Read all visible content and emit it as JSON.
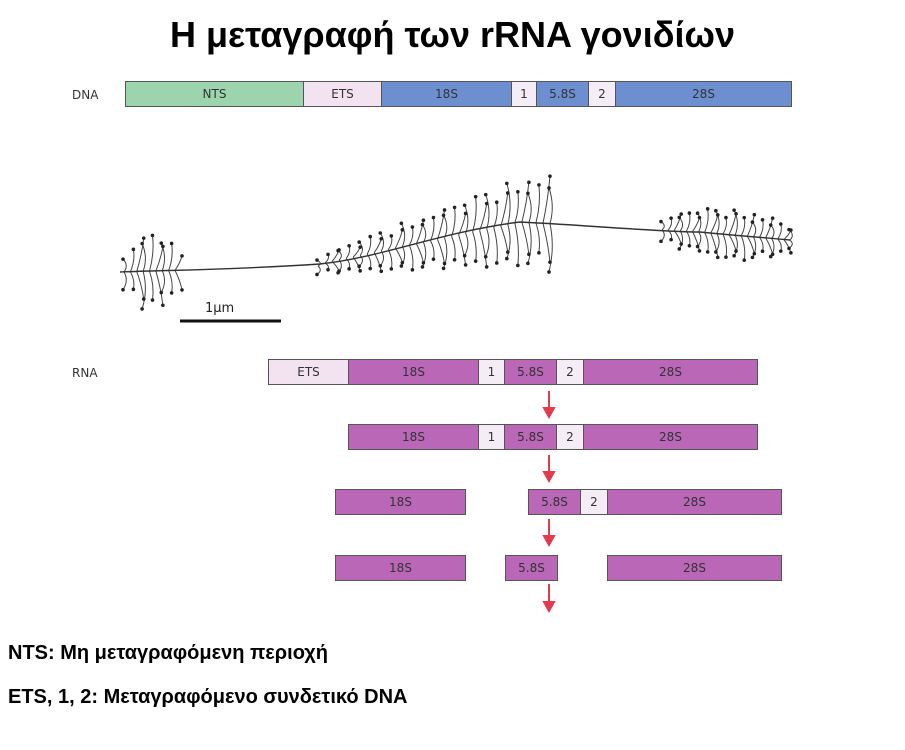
{
  "title": "Η μεταγραφή των rRNA γονιδίων",
  "dna": {
    "label": "DNA",
    "segments": {
      "nts": "NTS",
      "ets": "ETS",
      "s18": "18S",
      "its1": "1",
      "s58": "5.8S",
      "its2": "2",
      "s28": "28S"
    }
  },
  "micrograph": {
    "scale_label": "1μm"
  },
  "rna": {
    "label": "RNA",
    "row1": {
      "ets": "ETS",
      "s18": "18S",
      "its1": "1",
      "s58": "5.8S",
      "its2": "2",
      "s28": "28S"
    },
    "row2": {
      "s18": "18S",
      "its1": "1",
      "s58": "5.8S",
      "its2": "2",
      "s28": "28S"
    },
    "row3": {
      "s18": "18S",
      "s58": "5.8S",
      "its2": "2",
      "s28": "28S"
    },
    "row4": {
      "s18": "18S",
      "s58": "5.8S",
      "s28": "28S"
    }
  },
  "legend": {
    "line1": "NTS: Μη μεταγραφόμενη περιοχή",
    "line2": "ETS, 1, 2: Μεταγραφόμενο συνδετικό DNA"
  },
  "colors": {
    "nts": "#9cd5ad",
    "ets": "#f3e3f1",
    "rdna": "#6d8fd0",
    "rrna": "#b967b6",
    "arrow": "#e8384f"
  }
}
